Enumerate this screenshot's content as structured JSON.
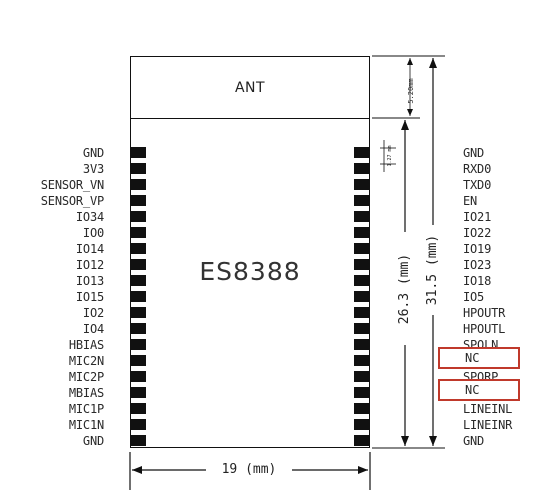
{
  "module": {
    "antenna_label": "ANT",
    "chip_label": "ES8388"
  },
  "left_pins": [
    "GND",
    "3V3",
    "SENSOR_VN",
    "SENSOR_VP",
    "IO34",
    "IO0",
    "IO14",
    "IO12",
    "IO13",
    "IO15",
    "IO2",
    "IO4",
    "HBIAS",
    "MIC2N",
    "MIC2P",
    "MBIAS",
    "MIC1P",
    "MIC1N",
    "GND"
  ],
  "right_pins": [
    "GND",
    "RXD0",
    "TXD0",
    "EN",
    "IO21",
    "IO22",
    "IO19",
    "IO23",
    "IO18",
    "IO5",
    "HPOUTR",
    "HPOUTL",
    "SPOLN",
    "NC",
    "SPORP",
    "NC",
    "LINEINL",
    "LINEINR",
    "GND"
  ],
  "highlighted_pins": {
    "color": "#c0392b",
    "label_1": "NC",
    "label_2": "NC"
  },
  "dimensions": {
    "width": "19 (mm)",
    "height_body": "26.3 (mm)",
    "height_total": "31.5 (mm)",
    "ant_height": "5.20mm",
    "pin_pitch": "1.27 mm"
  }
}
